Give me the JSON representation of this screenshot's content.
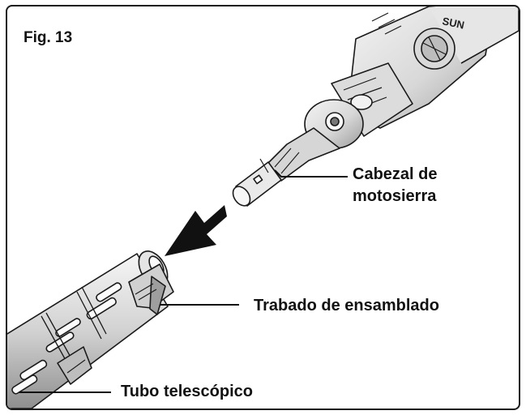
{
  "figure": {
    "label": "Fig. 13"
  },
  "callouts": {
    "chainsaw_head": [
      "Cabezal de",
      "motosierra"
    ],
    "assembly_lock": "Trabado de ensamblado",
    "telescopic_tube": "Tubo telescópico"
  },
  "product_marking": "SUN",
  "colors": {
    "line": "#1a1a1a",
    "body_light": "#ededed",
    "body_mid": "#cfcfcf",
    "body_dark": "#8a8a8a",
    "arrow": "#111111"
  }
}
